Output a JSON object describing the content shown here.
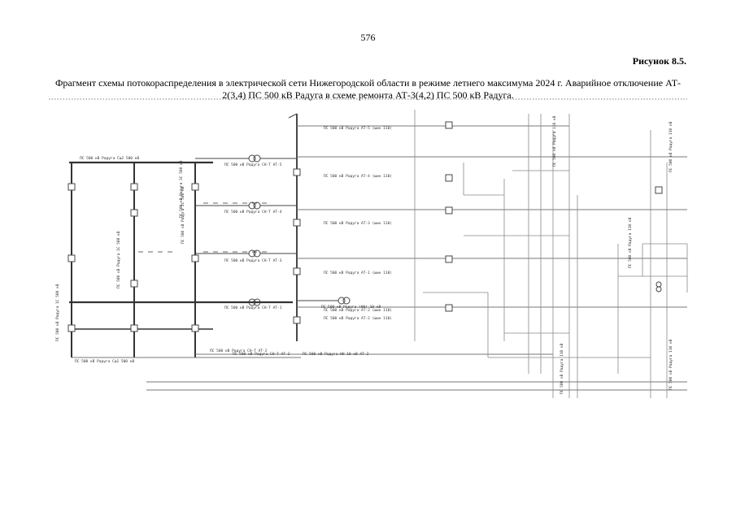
{
  "page_number": "576",
  "figure_label": "Рисунок 8.5.",
  "caption_line1": "Фрагмент схемы потокораспределения в электрической сети Нижегородской области в режиме летнего максимума 2024 г. Аварийное отключение АТ-",
  "caption_line2": "2(3,4) ПС 500 кВ Радуга в схеме ремонта АТ-3(4,2) ПС 500 кВ Радуга.",
  "diagram": {
    "labels": {
      "bus_top": "ПС 500 кВ Радуга Сш2 500 кВ",
      "bus_bottom": "ПС 500 кВ Радуга Сш1 500 кВ",
      "vbus_1": "ПС 500 кВ Радуга 1С 500 кВ",
      "vbus_2": "ПС 500 кВ Радуга 2С 500 кВ",
      "vbus_3": "ПС 500 кВ Радуга 3С 500 кВ",
      "vbus_left": "ПС 500 кВ Радуга 1С 500 кВ",
      "at1": "ПС 500 кВ Радуга СН-Т АТ-1",
      "at2": "ПС 500 кВ Радуга СН-Т АТ-2",
      "at3": "ПС 500 кВ Радуга СН-Т АТ-3",
      "at4": "ПС 500 кВ Радуга СН-Т АТ-4",
      "at5": "ПС 500 кВ Радуга СН-Т АТ-5",
      "at_bottom": "ПС 500 кВ Радуга СН-Т АТ-2",
      "lv_bottom": "ПС 500 кВ Радуга НН 10 кВ АТ-2",
      "out_1": "ПС 500 кВ Радуга АТ-5 (шин 110)",
      "out_2": "ПС 500 кВ Радуга АТ-4 (шин 110)",
      "out_3": "ПС 500 кВ Радуга АТ-3 (шин 110)",
      "out_4": "ПС 500 кВ Радуга АТ-1 (шин 110)",
      "out_5": "ПС 500 кВ Радуга АТ-2 (шин 110)",
      "out_6": "ПС 500 кВ Радуга АТ-2 (шин 110)",
      "ps_mid": "ПС 500 кВ Радуга (НН) 10 кВ",
      "right_1": "ПС 500 кВ Радуга 110 кВ",
      "right_2": "ПС 500 кВ Радуга 110 кВ",
      "right_3": "ПС 500 кВ Радуга 110 кВ",
      "right_4": "ПС 500 кВ Радуга 110 кВ",
      "right_5": "ПС 500 кВ Радуга 110 кВ"
    }
  }
}
